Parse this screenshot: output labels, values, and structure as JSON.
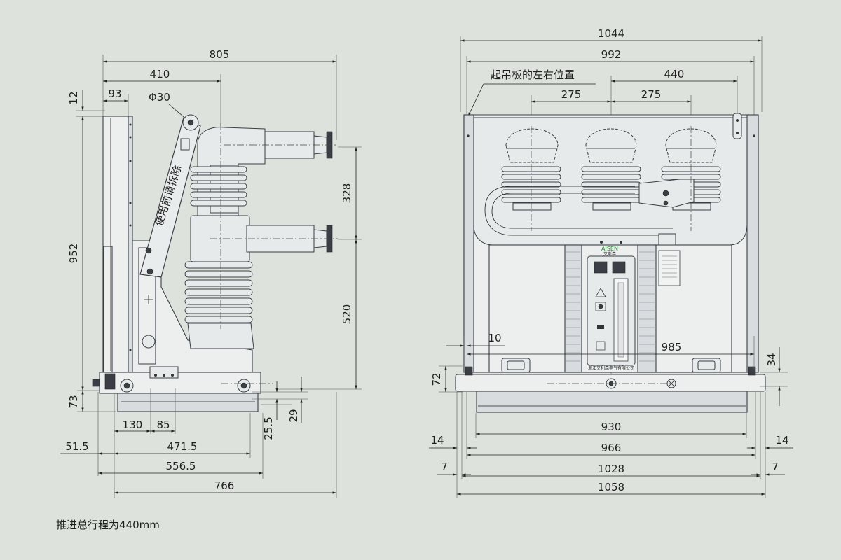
{
  "side_view": {
    "dims_top": [
      "805",
      "410",
      "93",
      "12"
    ],
    "phi": "Φ30",
    "arm_text": "使用前请拆除",
    "dims_right": [
      "328",
      "520"
    ],
    "dims_left": [
      "952",
      "73"
    ],
    "dims_bottom": [
      "130",
      "85",
      "25.5",
      "29",
      "51.5",
      "471.5",
      "556.5",
      "766"
    ]
  },
  "front_view": {
    "dims_top": [
      "1044",
      "992",
      "440",
      "275",
      "275"
    ],
    "lift_label": "起吊板的左右位置",
    "brand": "AISEN",
    "brand_sub": "艾斯森",
    "company": "浙江艾利森电气有限公司",
    "dims_mid": [
      "10",
      "985"
    ],
    "dims_sides": [
      "72",
      "34"
    ],
    "dims_bottom": [
      "930",
      "14",
      "14",
      "966",
      "7",
      "7",
      "1028",
      "1058"
    ]
  },
  "footnote": "推进总行程为440mm"
}
